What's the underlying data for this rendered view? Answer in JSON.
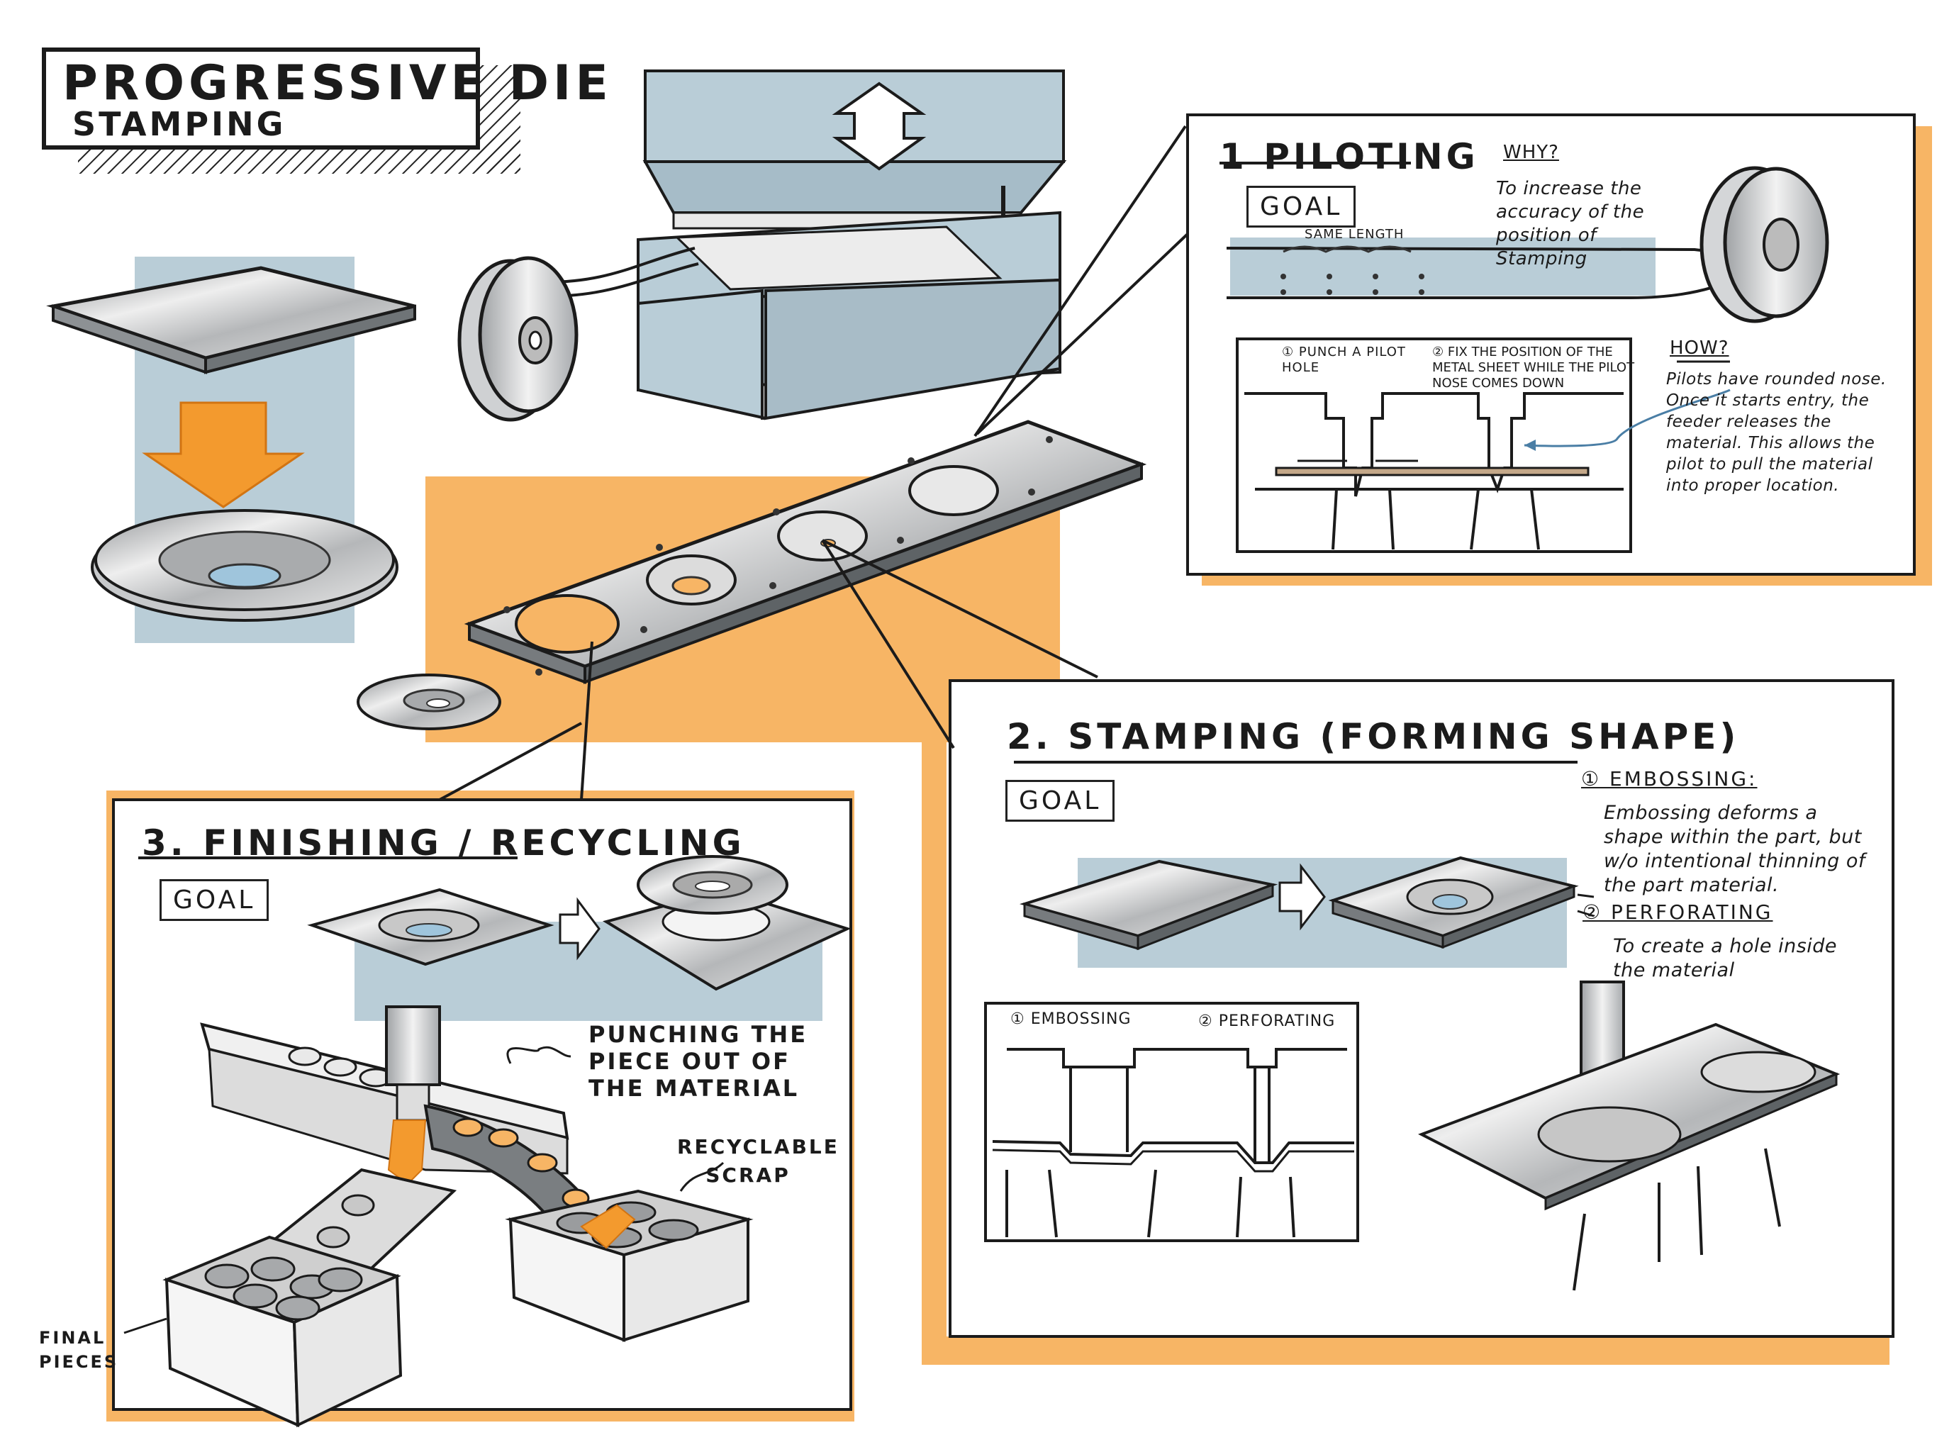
{
  "title": {
    "line1": "PROGRESSIVE DIE",
    "line2": "STAMPING"
  },
  "section1": {
    "heading": "1 PILOTING",
    "goal": "GOAL",
    "why_label": "WHY?",
    "why_text": "To increase the accuracy of the position of Stamping",
    "same_length": "SAME LENGTH",
    "step1": "① PUNCH A PILOT HOLE",
    "step2": "② FIX THE POSITION OF THE METAL SHEET WHILE THE PILOT NOSE COMES DOWN",
    "how_label": "HOW?",
    "how_text": "Pilots have rounded nose. Once it starts entry, the feeder releases the material. This allows the pilot to pull the material into proper location."
  },
  "section2": {
    "heading": "2. STAMPING (FORMING SHAPE)",
    "goal": "GOAL",
    "embossing_label": "① EMBOSSING:",
    "embossing_text": "Embossing deforms a shape within the part, but w/o intentional thinning of the part material.",
    "perforating_label": "② PERFORATING",
    "perforating_text": "To create a hole inside the material",
    "diag_label1": "① EMBOSSING",
    "diag_label2": "② PERFORATING"
  },
  "section3": {
    "heading": "3. FINISHING / RECYCLING",
    "goal": "GOAL",
    "punching_label": "PUNCHING THE PIECE OUT OF THE MATERIAL",
    "scrap_label": "RECYCLABLE SCRAP",
    "final_label": "FINAL PIECES"
  },
  "colors": {
    "accent_orange": "#f7b565",
    "arrow_orange": "#f39a2e",
    "steel_blue": "#b9cdd7",
    "ink": "#1b1b1b"
  }
}
